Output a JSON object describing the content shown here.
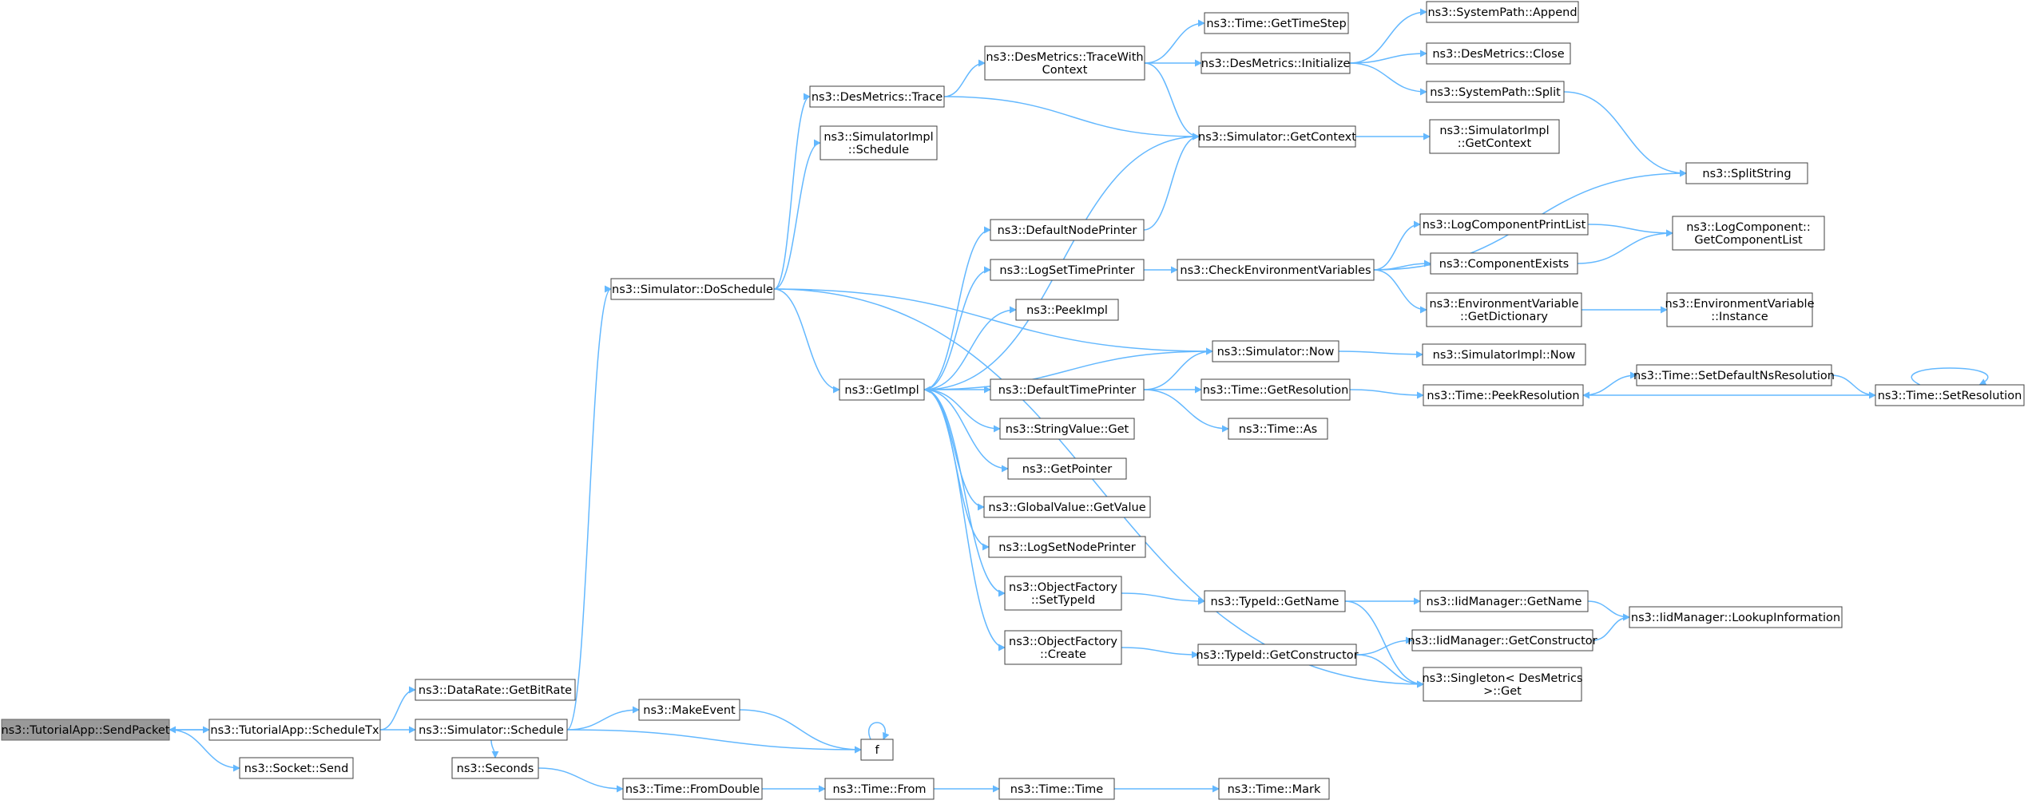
{
  "colors": {
    "edge": "#63b8ff",
    "node_border": "#404040",
    "current_node_fill": "#999999",
    "background": "#ffffff"
  },
  "nodes": [
    {
      "id": "sendpacket",
      "lines": [
        "ns3::TutorialApp::SendPacket"
      ],
      "current": true
    },
    {
      "id": "scheduletx",
      "lines": [
        "ns3::TutorialApp::ScheduleTx"
      ]
    },
    {
      "id": "socketsend",
      "lines": [
        "ns3::Socket::Send"
      ]
    },
    {
      "id": "getbitrate",
      "lines": [
        "ns3::DataRate::GetBitRate"
      ]
    },
    {
      "id": "simschedule",
      "lines": [
        "ns3::Simulator::Schedule"
      ]
    },
    {
      "id": "seconds",
      "lines": [
        "ns3::Seconds"
      ]
    },
    {
      "id": "doschedule",
      "lines": [
        "ns3::Simulator::DoSchedule"
      ]
    },
    {
      "id": "makeevent",
      "lines": [
        "ns3::MakeEvent"
      ]
    },
    {
      "id": "f",
      "lines": [
        "f"
      ]
    },
    {
      "id": "fromdouble",
      "lines": [
        "ns3::Time::FromDouble"
      ]
    },
    {
      "id": "timefrom",
      "lines": [
        "ns3::Time::From"
      ]
    },
    {
      "id": "timetime",
      "lines": [
        "ns3::Time::Time"
      ]
    },
    {
      "id": "timemark",
      "lines": [
        "ns3::Time::Mark"
      ]
    },
    {
      "id": "destrace",
      "lines": [
        "ns3::DesMetrics::Trace"
      ]
    },
    {
      "id": "simimplschedule",
      "lines": [
        "ns3::SimulatorImpl",
        "::Schedule"
      ]
    },
    {
      "id": "getimpl",
      "lines": [
        "ns3::GetImpl"
      ]
    },
    {
      "id": "tracewithcontext",
      "lines": [
        "ns3::DesMetrics::TraceWith",
        "Context"
      ]
    },
    {
      "id": "gettimestep",
      "lines": [
        "ns3::Time::GetTimeStep"
      ]
    },
    {
      "id": "desinit",
      "lines": [
        "ns3::DesMetrics::Initialize"
      ]
    },
    {
      "id": "getcontext",
      "lines": [
        "ns3::Simulator::GetContext"
      ]
    },
    {
      "id": "pathappend",
      "lines": [
        "ns3::SystemPath::Append"
      ]
    },
    {
      "id": "desclose",
      "lines": [
        "ns3::DesMetrics::Close"
      ]
    },
    {
      "id": "pathsplit",
      "lines": [
        "ns3::SystemPath::Split"
      ]
    },
    {
      "id": "implgetcontext",
      "lines": [
        "ns3::SimulatorImpl",
        "::GetContext"
      ]
    },
    {
      "id": "splitstring",
      "lines": [
        "ns3::SplitString"
      ]
    },
    {
      "id": "defnodeprinter",
      "lines": [
        "ns3::DefaultNodePrinter"
      ]
    },
    {
      "id": "logsettimeprinter",
      "lines": [
        "ns3::LogSetTimePrinter"
      ]
    },
    {
      "id": "checkenv",
      "lines": [
        "ns3::CheckEnvironmentVariables"
      ]
    },
    {
      "id": "logcompprintlist",
      "lines": [
        "ns3::LogComponentPrintList"
      ]
    },
    {
      "id": "compexists",
      "lines": [
        "ns3::ComponentExists"
      ]
    },
    {
      "id": "getcomplist",
      "lines": [
        "ns3::LogComponent::",
        "GetComponentList"
      ]
    },
    {
      "id": "envgetdict",
      "lines": [
        "ns3::EnvironmentVariable",
        "::GetDictionary"
      ]
    },
    {
      "id": "envinstance",
      "lines": [
        "ns3::EnvironmentVariable",
        "::Instance"
      ]
    },
    {
      "id": "peekimpl",
      "lines": [
        "ns3::PeekImpl"
      ]
    },
    {
      "id": "simnow",
      "lines": [
        "ns3::Simulator::Now"
      ]
    },
    {
      "id": "implnow",
      "lines": [
        "ns3::SimulatorImpl::Now"
      ]
    },
    {
      "id": "deftimeprinter",
      "lines": [
        "ns3::DefaultTimePrinter"
      ]
    },
    {
      "id": "getresolution",
      "lines": [
        "ns3::Time::GetResolution"
      ]
    },
    {
      "id": "peekresolution",
      "lines": [
        "ns3::Time::PeekResolution"
      ]
    },
    {
      "id": "setdefaultns",
      "lines": [
        "ns3::Time::SetDefaultNsResolution"
      ]
    },
    {
      "id": "setresolution",
      "lines": [
        "ns3::Time::SetResolution"
      ]
    },
    {
      "id": "timeas",
      "lines": [
        "ns3::Time::As"
      ]
    },
    {
      "id": "stringvalueget",
      "lines": [
        "ns3::StringValue::Get"
      ]
    },
    {
      "id": "getpointer",
      "lines": [
        "ns3::GetPointer"
      ]
    },
    {
      "id": "globalgetvalue",
      "lines": [
        "ns3::GlobalValue::GetValue"
      ]
    },
    {
      "id": "logsetnodeprinter",
      "lines": [
        "ns3::LogSetNodePrinter"
      ]
    },
    {
      "id": "objsettypeid",
      "lines": [
        "ns3::ObjectFactory",
        "::SetTypeId"
      ]
    },
    {
      "id": "typeidgetname",
      "lines": [
        "ns3::TypeId::GetName"
      ]
    },
    {
      "id": "iidgetname",
      "lines": [
        "ns3::IidManager::GetName"
      ]
    },
    {
      "id": "lookupinfo",
      "lines": [
        "ns3::IidManager::LookupInformation"
      ]
    },
    {
      "id": "objcreate",
      "lines": [
        "ns3::ObjectFactory",
        "::Create"
      ]
    },
    {
      "id": "typeidgetctor",
      "lines": [
        "ns3::TypeId::GetConstructor"
      ]
    },
    {
      "id": "iidgetctor",
      "lines": [
        "ns3::IidManager::GetConstructor"
      ]
    },
    {
      "id": "singletonget",
      "lines": [
        "ns3::Singleton< DesMetrics",
        " >::Get"
      ]
    }
  ],
  "edges": [
    [
      "sendpacket",
      "scheduletx"
    ],
    [
      "scheduletx",
      "sendpacket"
    ],
    [
      "sendpacket",
      "socketsend"
    ],
    [
      "scheduletx",
      "getbitrate"
    ],
    [
      "scheduletx",
      "simschedule"
    ],
    [
      "simschedule",
      "doschedule"
    ],
    [
      "simschedule",
      "makeevent"
    ],
    [
      "simschedule",
      "f"
    ],
    [
      "simschedule",
      "seconds"
    ],
    [
      "makeevent",
      "f"
    ],
    [
      "f",
      "f"
    ],
    [
      "seconds",
      "fromdouble"
    ],
    [
      "fromdouble",
      "timefrom"
    ],
    [
      "timefrom",
      "timetime"
    ],
    [
      "timetime",
      "timemark"
    ],
    [
      "doschedule",
      "destrace"
    ],
    [
      "doschedule",
      "simimplschedule"
    ],
    [
      "doschedule",
      "simnow"
    ],
    [
      "doschedule",
      "getimpl"
    ],
    [
      "doschedule",
      "singletonget"
    ],
    [
      "destrace",
      "tracewithcontext"
    ],
    [
      "destrace",
      "getcontext"
    ],
    [
      "tracewithcontext",
      "gettimestep"
    ],
    [
      "tracewithcontext",
      "desinit"
    ],
    [
      "tracewithcontext",
      "getcontext"
    ],
    [
      "desinit",
      "pathappend"
    ],
    [
      "desinit",
      "desclose"
    ],
    [
      "desinit",
      "pathsplit"
    ],
    [
      "pathsplit",
      "splitstring"
    ],
    [
      "getcontext",
      "implgetcontext"
    ],
    [
      "getimpl",
      "getcontext"
    ],
    [
      "getimpl",
      "defnodeprinter"
    ],
    [
      "getimpl",
      "logsettimeprinter"
    ],
    [
      "getimpl",
      "peekimpl"
    ],
    [
      "getimpl",
      "deftimeprinter"
    ],
    [
      "getimpl",
      "stringvalueget"
    ],
    [
      "getimpl",
      "getpointer"
    ],
    [
      "getimpl",
      "globalgetvalue"
    ],
    [
      "getimpl",
      "logsetnodeprinter"
    ],
    [
      "getimpl",
      "objsettypeid"
    ],
    [
      "getimpl",
      "objcreate"
    ],
    [
      "defnodeprinter",
      "getcontext"
    ],
    [
      "logsettimeprinter",
      "checkenv"
    ],
    [
      "checkenv",
      "splitstring"
    ],
    [
      "checkenv",
      "logcompprintlist"
    ],
    [
      "checkenv",
      "compexists"
    ],
    [
      "checkenv",
      "envgetdict"
    ],
    [
      "logcompprintlist",
      "getcomplist"
    ],
    [
      "compexists",
      "getcomplist"
    ],
    [
      "envgetdict",
      "envinstance"
    ],
    [
      "simnow",
      "getimpl"
    ],
    [
      "simnow",
      "implnow"
    ],
    [
      "deftimeprinter",
      "simnow"
    ],
    [
      "deftimeprinter",
      "getresolution"
    ],
    [
      "deftimeprinter",
      "timeas"
    ],
    [
      "getresolution",
      "peekresolution"
    ],
    [
      "peekresolution",
      "setdefaultns"
    ],
    [
      "setdefaultns",
      "setresolution"
    ],
    [
      "setresolution",
      "peekresolution"
    ],
    [
      "setresolution",
      "setresolution"
    ],
    [
      "objsettypeid",
      "typeidgetname"
    ],
    [
      "typeidgetname",
      "iidgetname"
    ],
    [
      "typeidgetname",
      "singletonget"
    ],
    [
      "iidgetname",
      "lookupinfo"
    ],
    [
      "objcreate",
      "typeidgetctor"
    ],
    [
      "typeidgetctor",
      "iidgetctor"
    ],
    [
      "typeidgetctor",
      "singletonget"
    ],
    [
      "iidgetctor",
      "lookupinfo"
    ]
  ]
}
